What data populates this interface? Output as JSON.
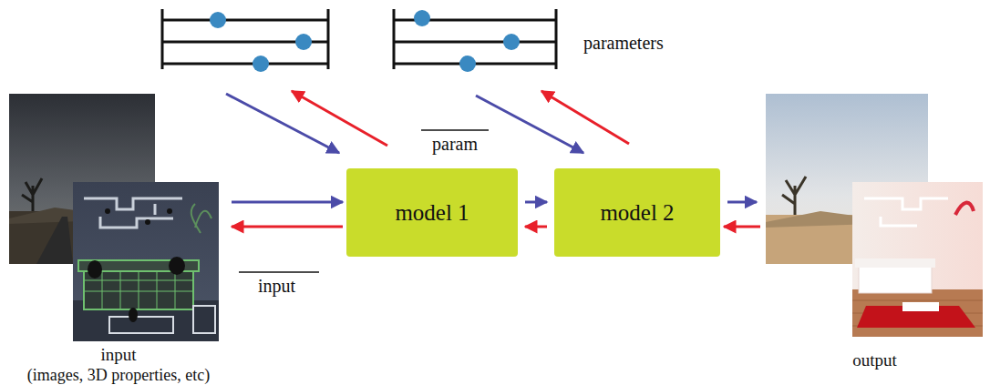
{
  "diagram": {
    "nodes": [
      {
        "text": [
          "input",
          "(images, 3D properties, etc)"
        ]
      },
      {
        "text": [
          "model 1"
        ]
      },
      {
        "text": [
          "model 2"
        ]
      },
      {
        "text": [
          "output"
        ]
      }
    ],
    "edges": [
      {
        "from": 0,
        "to": 1,
        "arrow": "to"
      },
      {
        "from": 1,
        "to": 0,
        "arrow": "to"
      },
      {
        "from": 1,
        "to": 2,
        "arrow": "to"
      },
      {
        "from": 2,
        "to": 1,
        "arrow": "to"
      },
      {
        "from": 2,
        "to": 3,
        "arrow": "to"
      },
      {
        "from": 3,
        "to": 2,
        "arrow": "to"
      }
    ],
    "labels": [
      "parameters",
      "param",
      "input"
    ]
  }
}
